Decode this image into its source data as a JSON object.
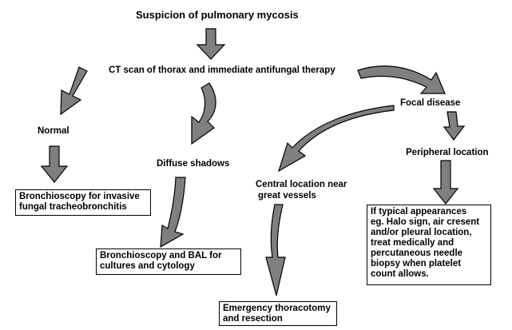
{
  "title": "Suspicion of pulmonary mycosis",
  "nodes": {
    "ct_scan": "CT scan of thorax and immediate antifungal therapy",
    "normal": "Normal",
    "diffuse": "Diffuse shadows",
    "focal": "Focal disease",
    "peripheral": "Peripheral location",
    "central_line1": "Central location near",
    "central_line2": "great vessels"
  },
  "boxes": {
    "bronchioscopy_invasive": [
      "Bronchioscopy for invasive",
      "fungal tracheobronchitis"
    ],
    "bronchioscopy_bal": [
      "Bronchioscopy and BAL for",
      "cultures and cytology"
    ],
    "thoracotomy": [
      "Emergency thoracotomy",
      "and resection"
    ],
    "typical": [
      "If typical appearances",
      "eg.  Halo sign, air cresent",
      "and/or pleural location,",
      "treat medically and",
      "percutaneous needle",
      "biopsy when platelet",
      "count allows."
    ]
  },
  "colors": {
    "arrow_fill": "#7f7f7f",
    "arrow_stroke": "#000000",
    "background": "#ffffff"
  }
}
